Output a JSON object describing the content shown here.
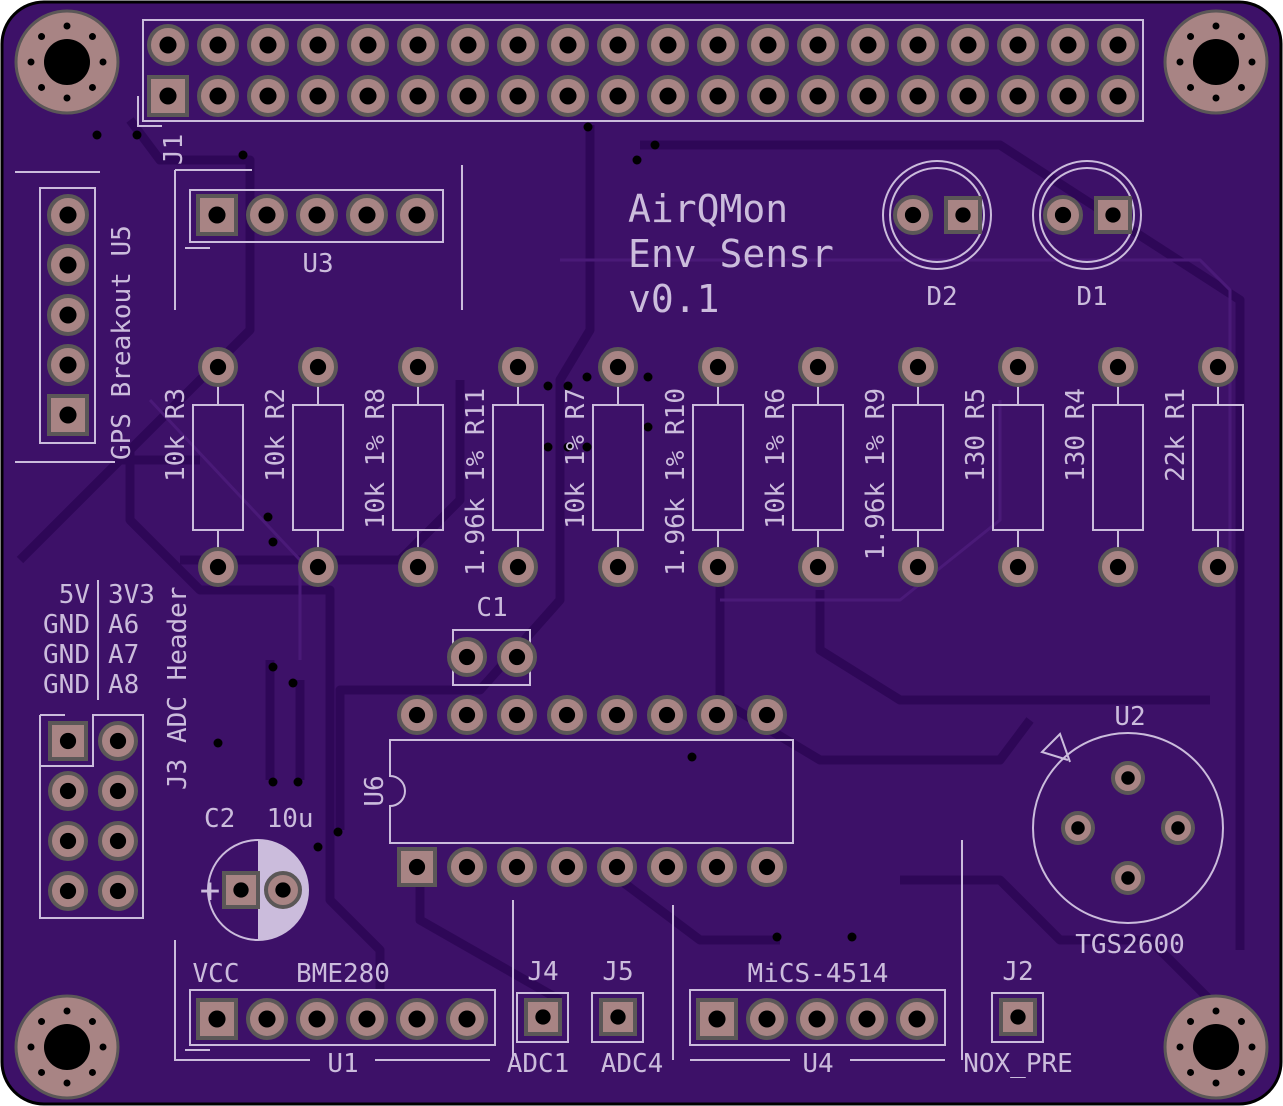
{
  "board": {
    "colors": {
      "board": "#3d1168",
      "pad": "#a88484",
      "silk": "#cbbcdc",
      "track": "#2e0757"
    },
    "title_lines": [
      "AirQMon",
      "Env Sensr",
      "v0.1"
    ]
  },
  "j1": {
    "ref": "J1"
  },
  "u3": {
    "ref": "U3"
  },
  "u5": {
    "label": "GPS Breakout  U5"
  },
  "leds": [
    {
      "ref": "D2"
    },
    {
      "ref": "D1"
    }
  ],
  "resistors": [
    {
      "label": "10k R3"
    },
    {
      "label": "10k R2"
    },
    {
      "label": "10k 1% R8"
    },
    {
      "label": "1.96k 1% R11"
    },
    {
      "label": "10k 1% R7"
    },
    {
      "label": "1.96k 1% R10"
    },
    {
      "label": "10k 1% R6"
    },
    {
      "label": "1.96k 1% R9"
    },
    {
      "label": "130 R5"
    },
    {
      "label": "130 R4"
    },
    {
      "label": "22k R1"
    }
  ],
  "c1": {
    "ref": "C1"
  },
  "c2": {
    "label": "C2  10u",
    "plus": "+"
  },
  "u6": {
    "ref": "U6"
  },
  "j3": {
    "label": "J3 ADC Header",
    "left_labels": [
      "5V",
      "GND",
      "GND",
      "GND"
    ],
    "right_labels": [
      "3V3",
      "A6",
      "A7",
      "A8"
    ]
  },
  "u2": {
    "ref": "U2",
    "value": "TGS2600"
  },
  "u1": {
    "ref": "U1",
    "vcc": "VCC",
    "value": "BME280"
  },
  "j4": {
    "ref": "J4",
    "value": "ADC1"
  },
  "j5": {
    "ref": "J5",
    "value": "ADC4"
  },
  "u4": {
    "ref": "U4",
    "value": "MiCS-4514"
  },
  "j2": {
    "ref": "J2",
    "value": "NOX_PRE"
  }
}
